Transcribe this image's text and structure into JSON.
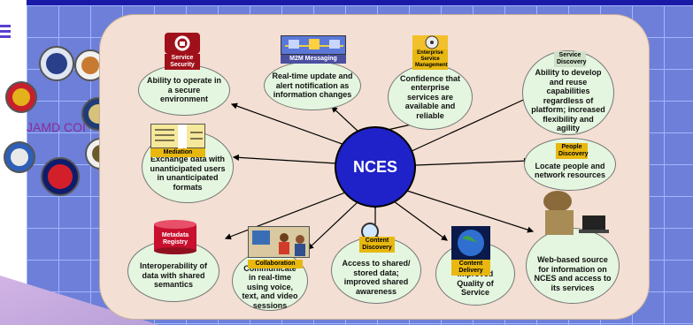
{
  "side_label": "JAMD COI",
  "center_label": "NCES",
  "capabilities": [
    {
      "tag": "Service Security",
      "text": "Ability to operate in a secure environment"
    },
    {
      "tag": "M2M Messaging",
      "text": "Real-time update and alert notification as information changes"
    },
    {
      "tag": "Enterprise Service Management",
      "text": "Confidence that enterprise services are available and reliable"
    },
    {
      "tag": "Service Discovery",
      "text": "Ability to develop and reuse capabilities regardless of platform; increased flexibility and agility"
    },
    {
      "tag": "Mediation",
      "text": "Exchange data with unanticipated users in unanticipated formats"
    },
    {
      "tag": "People Discovery",
      "text": "Locate people and network resources"
    },
    {
      "tag": "Metadata Registry",
      "text": "Interoperability of data with shared semantics"
    },
    {
      "tag": "Collaboration",
      "text": "Communicate in real-time using voice, text, and video sessions"
    },
    {
      "tag": "Content Discovery",
      "text": "Access to shared/ stored data; improved shared awareness"
    },
    {
      "tag": "Content Delivery",
      "text": "Improved Quality of Service"
    },
    {
      "tag": "",
      "text": "Web-based source for information on NCES and access to its services"
    }
  ],
  "icons": [
    "lock-icon",
    "network-icon",
    "cd-icon",
    "gear-icon",
    "document-icon",
    "people-icon",
    "database-icon",
    "meeting-icon",
    "magnifier-icon",
    "globe-icon",
    "soldier-laptop-icon"
  ]
}
